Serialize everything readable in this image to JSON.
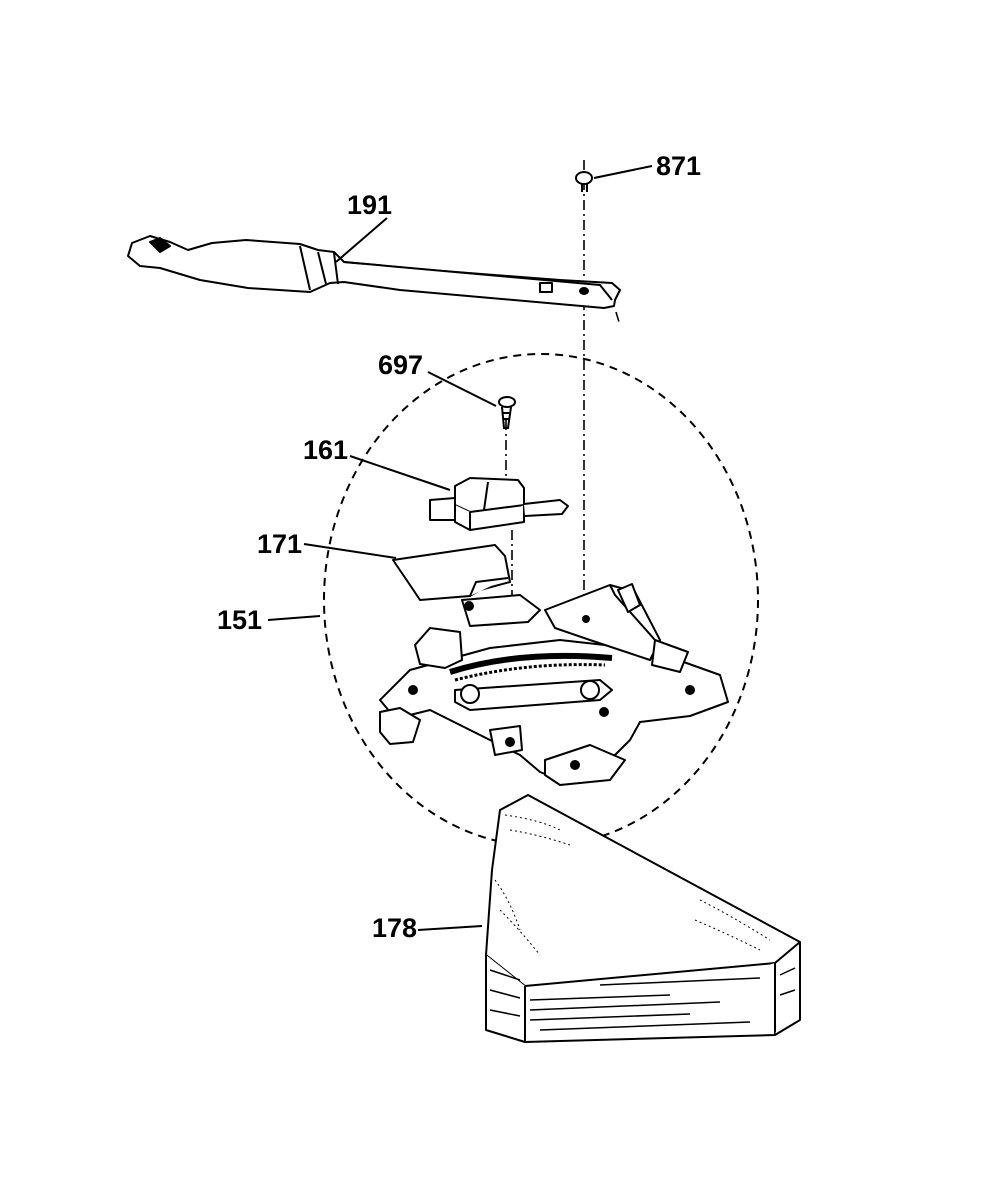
{
  "diagram": {
    "background": "#ffffff",
    "ink": "#000000",
    "callouts": {
      "p871": "871",
      "p191": "191",
      "p697": "697",
      "p161": "161",
      "p171": "171",
      "p151": "151",
      "p178": "178"
    },
    "parts": [
      {
        "callout": "871",
        "name": "screw-871"
      },
      {
        "callout": "191",
        "name": "latch-handle-191"
      },
      {
        "callout": "697",
        "name": "screw-697"
      },
      {
        "callout": "161",
        "name": "switch-161"
      },
      {
        "callout": "171",
        "name": "insulator-171"
      },
      {
        "callout": "151",
        "name": "latch-assembly-151"
      },
      {
        "callout": "178",
        "name": "insulation-block-178"
      }
    ]
  }
}
